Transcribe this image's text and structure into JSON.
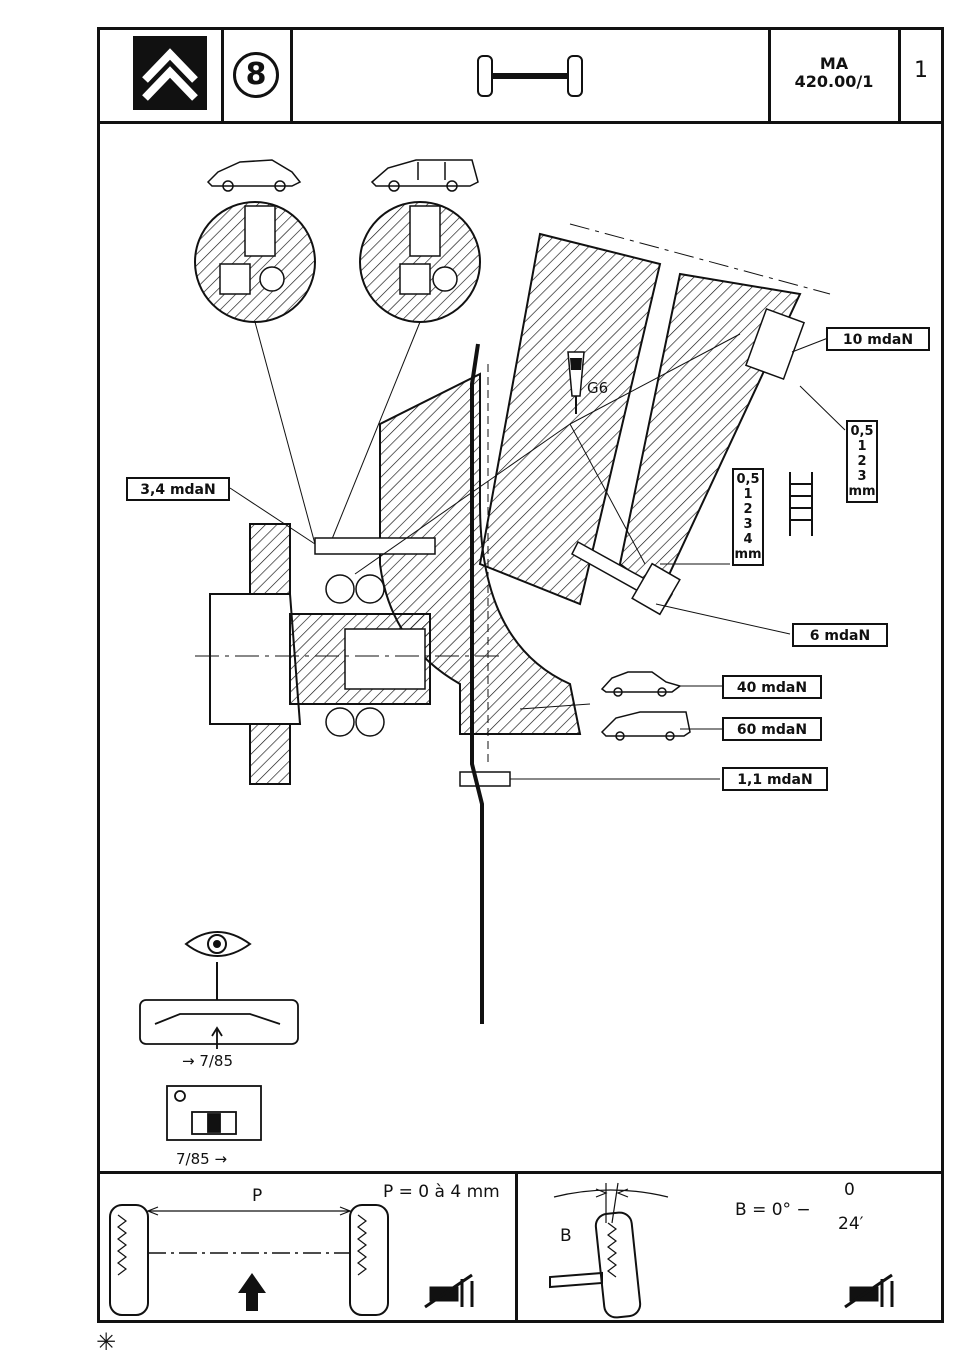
{
  "header": {
    "section_number": "8",
    "doc_code_line1": "MA",
    "doc_code_line2": "420.00/1",
    "page_number": "1",
    "logo_icon": "citroen-chevrons-icon",
    "axle_icon": "axle-icon"
  },
  "torques": {
    "hub_nut_stud": "10 mdaN",
    "caliper_screw": "3,4 mdaN",
    "clamp_bolt": "6 mdaN",
    "hatchback_nut": "40 mdaN",
    "estate_nut": "60 mdaN",
    "shield_screw": "1,1 mdaN"
  },
  "grease": "G6",
  "shims_right": [
    "0,5",
    "1",
    "2",
    "3",
    "mm"
  ],
  "shims_center": [
    "0,5",
    "1",
    "2",
    "3",
    "4",
    "mm"
  ],
  "inspection": {
    "eye_icon": "eye-icon",
    "ref_before": "→ 7/85",
    "ref_after": "7/85 →"
  },
  "bottom_left": {
    "label_p": "P",
    "formula": "P = 0 à 4 mm"
  },
  "bottom_right": {
    "label_b": "B",
    "formula_main": "B = 0° −",
    "formula_upper": "0",
    "formula_lower": "24′"
  },
  "footer": {
    "asterisk": "✳"
  }
}
